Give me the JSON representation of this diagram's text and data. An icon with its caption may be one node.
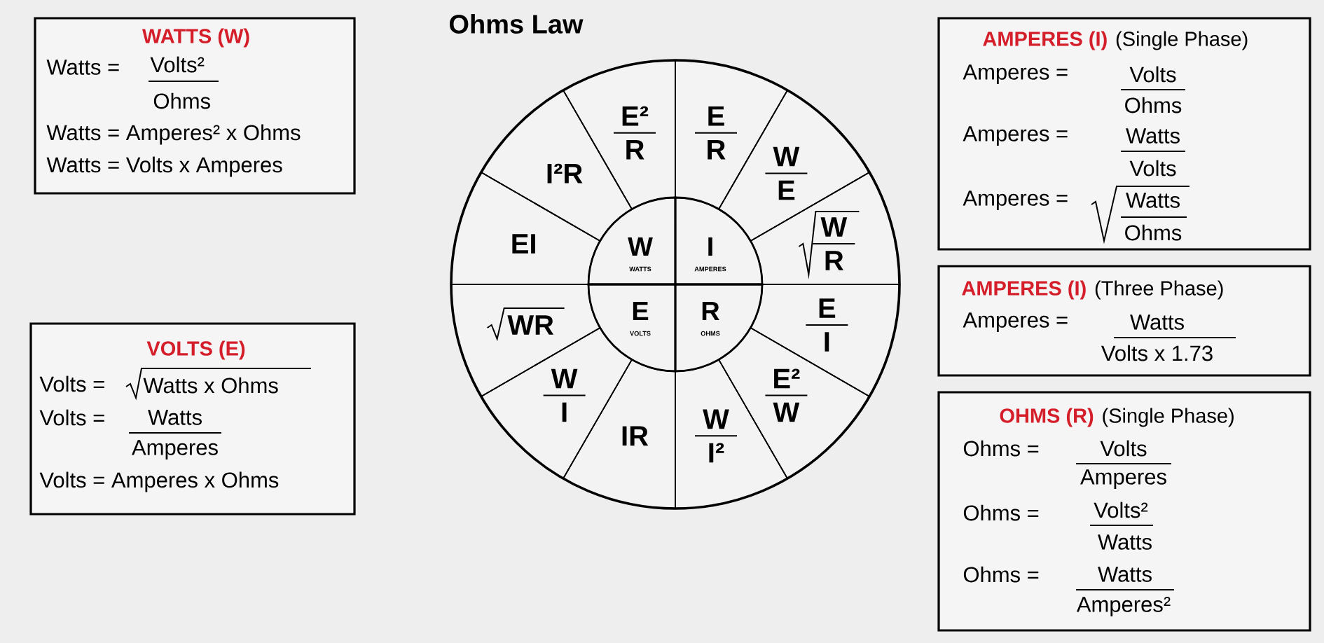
{
  "diagram": {
    "title": "Ohms Law",
    "nodes": [
      {
        "text": [
          "WATTS (W)",
          "Watts =",
          "Volts²",
          "Ohms",
          "Watts = Amperes² x Ohms",
          "Watts = Volts x Amperes"
        ]
      },
      {
        "text": [
          "VOLTS (E)",
          "Volts =",
          "Watts x Ohms",
          "Volts =",
          "Watts",
          "Amperes",
          "Volts = Amperes x Ohms"
        ]
      },
      {
        "text": [
          "E²",
          "R"
        ]
      },
      {
        "text": [
          "E",
          "R"
        ]
      },
      {
        "text": [
          "W",
          "E"
        ]
      },
      {
        "text": [
          "W",
          "R"
        ]
      },
      {
        "text": [
          "E",
          "I"
        ]
      },
      {
        "text": [
          "E²",
          "W"
        ]
      },
      {
        "text": [
          "W",
          "I²"
        ]
      },
      {
        "text": [
          "IR"
        ]
      },
      {
        "text": [
          "W",
          "I"
        ]
      },
      {
        "text": [
          "WR"
        ]
      },
      {
        "text": [
          "EI"
        ]
      },
      {
        "text": [
          "I²R"
        ]
      },
      {
        "text": [
          "W",
          "WATTS"
        ]
      },
      {
        "text": [
          "I",
          "AMPERES"
        ]
      },
      {
        "text": [
          "E",
          "VOLTS"
        ]
      },
      {
        "text": [
          "R",
          "OHMS"
        ]
      },
      {
        "text": [
          "AMPERES (I)",
          "(Single Phase)",
          "Amperes =",
          "Volts",
          "Ohms",
          "Amperes =",
          "Watts",
          "Volts",
          "Amperes =",
          "Watts",
          "Ohms"
        ]
      },
      {
        "text": [
          "AMPERES (I)",
          "(Three Phase)",
          "Amperes =",
          "Watts",
          "Volts x 1.73"
        ]
      },
      {
        "text": [
          "OHMS (R)",
          "(Single Phase)",
          "Ohms =",
          "Volts",
          "Amperes",
          "Ohms =",
          "Volts²",
          "Watts",
          "Ohms =",
          "Watts",
          "Amperes²"
        ]
      }
    ]
  }
}
